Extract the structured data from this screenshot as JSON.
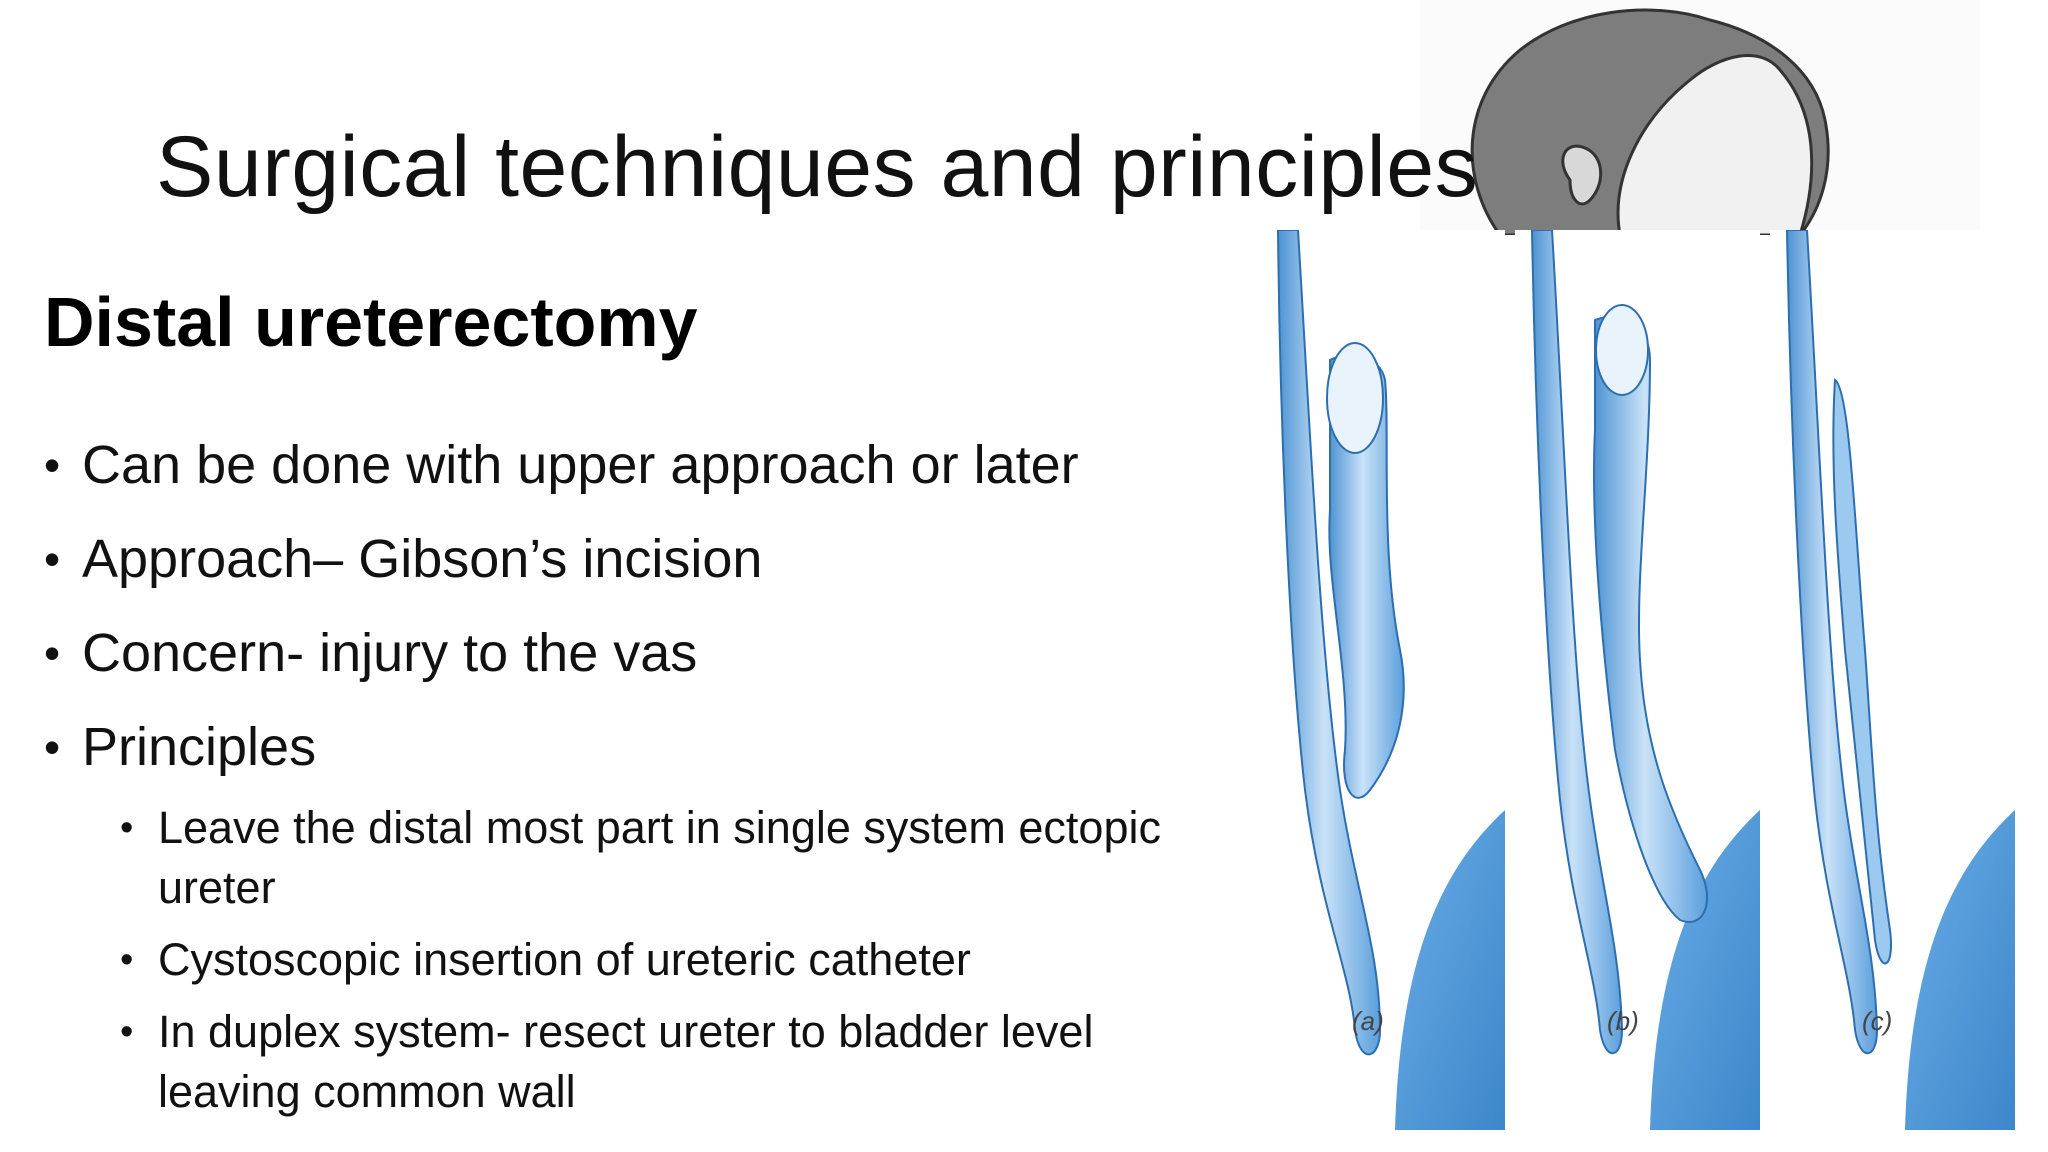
{
  "slide": {
    "title": "Surgical techniques and principles",
    "subtitle": "Distal ureterectomy",
    "bullets": [
      "Can be done with upper approach or later",
      "Approach– Gibson’s incision",
      "Concern- injury to the vas",
      "Principles"
    ],
    "sub_bullets": [
      "Leave the distal most part in single system ectopic ureter",
      "Cystoscopic insertion of ureteric catheter",
      "In duplex system- resect ureter to bladder level leaving common wall"
    ]
  },
  "figure": {
    "panel_labels": [
      "(a)",
      "(b)",
      "(c)"
    ],
    "colors": {
      "ureter": "#8fc1ec",
      "ureter_dark": "#4d93d3",
      "bladder": "#5ba3df",
      "outline": "#2d6fae"
    }
  }
}
